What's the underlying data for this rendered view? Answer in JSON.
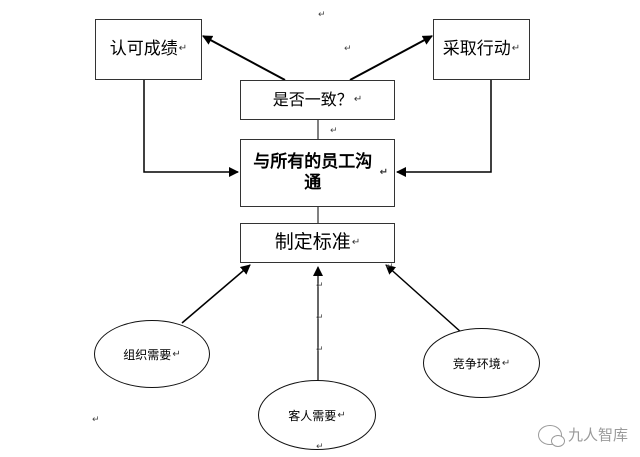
{
  "diagram": {
    "recognize_label": "认可成绩",
    "action_label": "采取行动",
    "consistent_label": "是否一致？",
    "communicate_label": "与所有的员工沟通",
    "standard_label": "制定标准",
    "org_needs_label": "组织需要",
    "customer_needs_label": "客人需要",
    "competition_label": "竞争环境",
    "paragraph_mark": "↵"
  },
  "watermark": {
    "text": "九人智库",
    "icon": "wechat-icon"
  }
}
